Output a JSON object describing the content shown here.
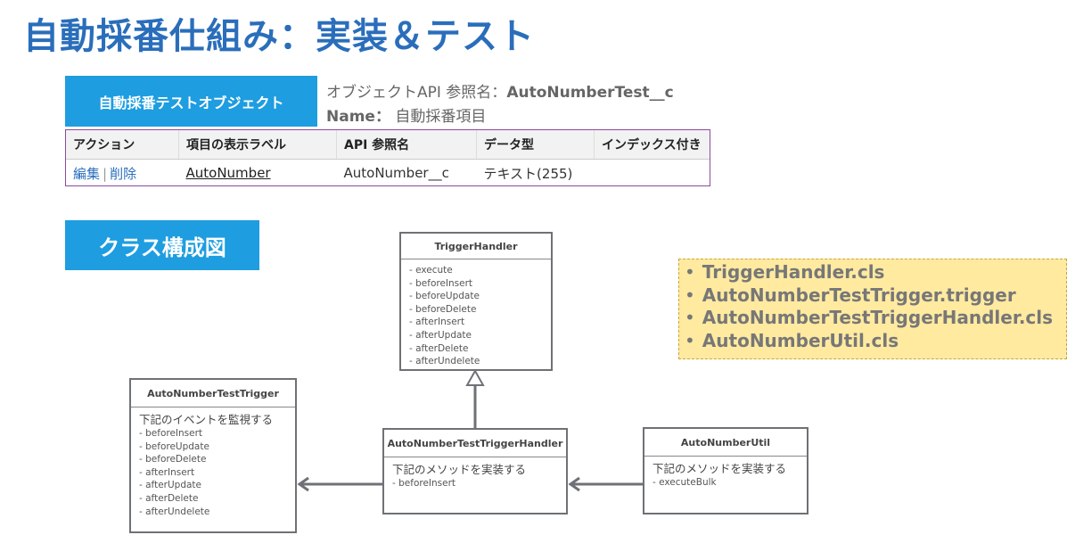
{
  "title": "自動採番仕組み：実装＆テスト",
  "object_section": {
    "label": "自動採番テストオブジェクト",
    "api_line_prefix": "オブジェクトAPI 参照名：",
    "api_name": "AutoNumberTest__c",
    "name_line_prefix": "Name：",
    "name_value": "自動採番項目"
  },
  "field_table": {
    "headers": [
      "アクション",
      "項目の表示ラベル",
      "API 参照名",
      "データ型",
      "インデックス付き"
    ],
    "row": {
      "edit": "編集",
      "separator": "|",
      "delete": "削除",
      "label": "AutoNumber",
      "api_name": "AutoNumber__c",
      "data_type": "テキスト(255)",
      "indexed": ""
    }
  },
  "class_label": "クラス構成図",
  "classes": {
    "trigger_handler": {
      "name": "TriggerHandler",
      "methods": [
        "- execute",
        "- beforeInsert",
        "- beforeUpdate",
        "- beforeDelete",
        "- afterInsert",
        "- afterUpdate",
        "- afterDelete",
        "- afterUndelete"
      ]
    },
    "test_trigger": {
      "name": "AutoNumberTestTrigger",
      "desc": "下記のイベントを監視する",
      "methods": [
        "- beforeInsert",
        "- beforeUpdate",
        "- beforeDelete",
        "- afterInsert",
        "- afterUpdate",
        "- afterDelete",
        "- afterUndelete"
      ]
    },
    "test_trigger_handler": {
      "name": "AutoNumberTestTriggerHandler",
      "desc": "下記のメソッドを実装する",
      "methods": [
        "- beforeInsert"
      ]
    },
    "util": {
      "name": "AutoNumberUtil",
      "desc": "下記のメソッドを実装する",
      "methods": [
        "- executeBulk"
      ]
    }
  },
  "files": [
    "TriggerHandler.cls",
    "AutoNumberTestTrigger.trigger",
    "AutoNumberTestTriggerHandler.cls",
    "AutoNumberUtil.cls"
  ],
  "colors": {
    "title": "#2a6ebb",
    "label_bg": "#1e9de0",
    "files_bg": "#ffeaa0",
    "connector": "#6e7175"
  }
}
